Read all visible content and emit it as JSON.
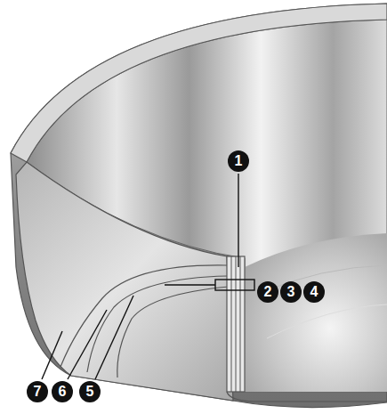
{
  "diagram": {
    "labels": [
      "1",
      "2",
      "3",
      "4",
      "7",
      "6",
      "5"
    ]
  }
}
